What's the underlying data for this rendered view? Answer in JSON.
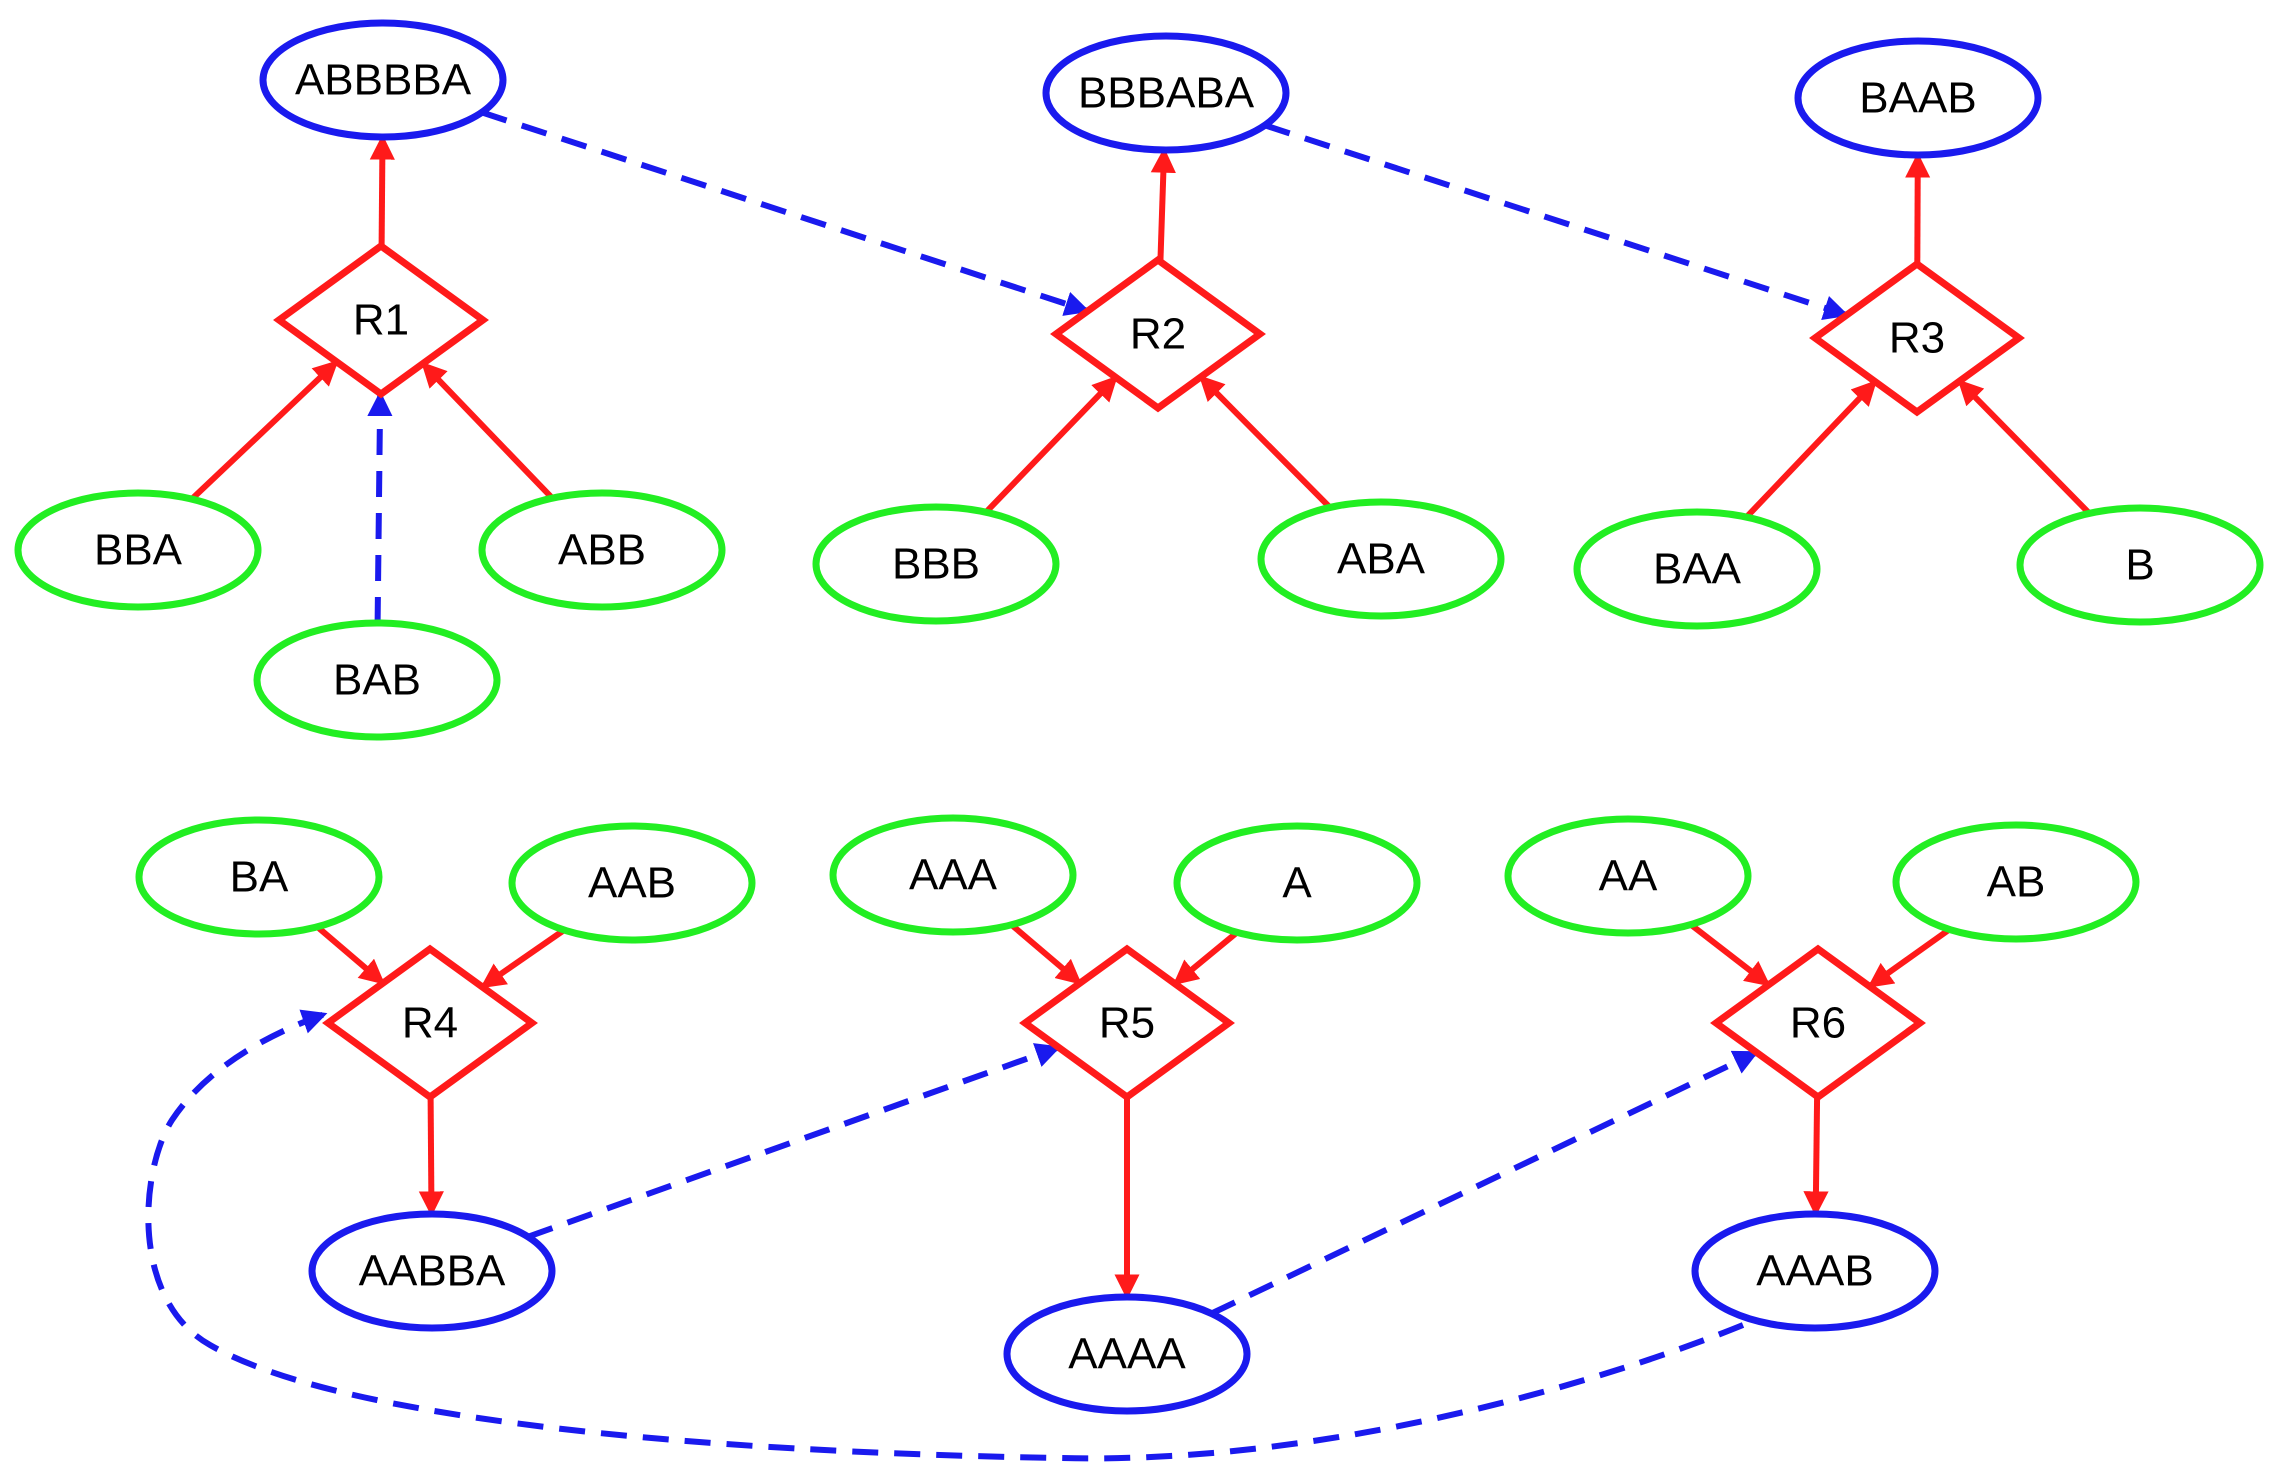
{
  "colors": {
    "product": "#1a1aee",
    "reactant": "#22ee22",
    "reaction": "#ff1a1a",
    "regulation": "#1a1aee"
  },
  "nodes": [
    {
      "id": "ABBBBA",
      "label": "ABBBBA",
      "kind": "product"
    },
    {
      "id": "BBBABA",
      "label": "BBBABA",
      "kind": "product"
    },
    {
      "id": "BAAB",
      "label": "BAAB",
      "kind": "product"
    },
    {
      "id": "R1",
      "label": "R1",
      "kind": "reaction"
    },
    {
      "id": "R2",
      "label": "R2",
      "kind": "reaction"
    },
    {
      "id": "R3",
      "label": "R3",
      "kind": "reaction"
    },
    {
      "id": "BBA",
      "label": "BBA",
      "kind": "reactant"
    },
    {
      "id": "ABB",
      "label": "ABB",
      "kind": "reactant"
    },
    {
      "id": "BAB",
      "label": "BAB",
      "kind": "reactant"
    },
    {
      "id": "BBB",
      "label": "BBB",
      "kind": "reactant"
    },
    {
      "id": "ABA",
      "label": "ABA",
      "kind": "reactant"
    },
    {
      "id": "BAA",
      "label": "BAA",
      "kind": "reactant"
    },
    {
      "id": "B",
      "label": "B",
      "kind": "reactant"
    },
    {
      "id": "BA",
      "label": "BA",
      "kind": "reactant"
    },
    {
      "id": "AAB",
      "label": "AAB",
      "kind": "reactant"
    },
    {
      "id": "AAA",
      "label": "AAA",
      "kind": "reactant"
    },
    {
      "id": "A",
      "label": "A",
      "kind": "reactant"
    },
    {
      "id": "AA",
      "label": "AA",
      "kind": "reactant"
    },
    {
      "id": "AB",
      "label": "AB",
      "kind": "reactant"
    },
    {
      "id": "R4",
      "label": "R4",
      "kind": "reaction"
    },
    {
      "id": "R5",
      "label": "R5",
      "kind": "reaction"
    },
    {
      "id": "R6",
      "label": "R6",
      "kind": "reaction"
    },
    {
      "id": "AABBA",
      "label": "AABBA",
      "kind": "product"
    },
    {
      "id": "AAAA",
      "label": "AAAA",
      "kind": "product"
    },
    {
      "id": "AAAB",
      "label": "AAAB",
      "kind": "product"
    }
  ],
  "edges": [
    {
      "from": "BBA",
      "to": "R1",
      "style": "solid"
    },
    {
      "from": "ABB",
      "to": "R1",
      "style": "solid"
    },
    {
      "from": "BAB",
      "to": "R1",
      "style": "dashed"
    },
    {
      "from": "R1",
      "to": "ABBBBA",
      "style": "solid"
    },
    {
      "from": "ABBBBA",
      "to": "R2",
      "style": "dashed"
    },
    {
      "from": "BBB",
      "to": "R2",
      "style": "solid"
    },
    {
      "from": "ABA",
      "to": "R2",
      "style": "solid"
    },
    {
      "from": "R2",
      "to": "BBBABA",
      "style": "solid"
    },
    {
      "from": "BBBABA",
      "to": "R3",
      "style": "dashed"
    },
    {
      "from": "BAA",
      "to": "R3",
      "style": "solid"
    },
    {
      "from": "B",
      "to": "R3",
      "style": "solid"
    },
    {
      "from": "R3",
      "to": "BAAB",
      "style": "solid"
    },
    {
      "from": "BA",
      "to": "R4",
      "style": "solid"
    },
    {
      "from": "AAB",
      "to": "R4",
      "style": "solid"
    },
    {
      "from": "R4",
      "to": "AABBA",
      "style": "solid"
    },
    {
      "from": "AAA",
      "to": "R5",
      "style": "solid"
    },
    {
      "from": "A",
      "to": "R5",
      "style": "solid"
    },
    {
      "from": "R5",
      "to": "AAAA",
      "style": "solid"
    },
    {
      "from": "AA",
      "to": "R6",
      "style": "solid"
    },
    {
      "from": "AB",
      "to": "R6",
      "style": "solid"
    },
    {
      "from": "R6",
      "to": "AAAB",
      "style": "solid"
    },
    {
      "from": "AABBA",
      "to": "R5",
      "style": "dashed"
    },
    {
      "from": "AAAA",
      "to": "R6",
      "style": "dashed"
    },
    {
      "from": "AAAB",
      "to": "R4",
      "style": "dashed"
    }
  ]
}
